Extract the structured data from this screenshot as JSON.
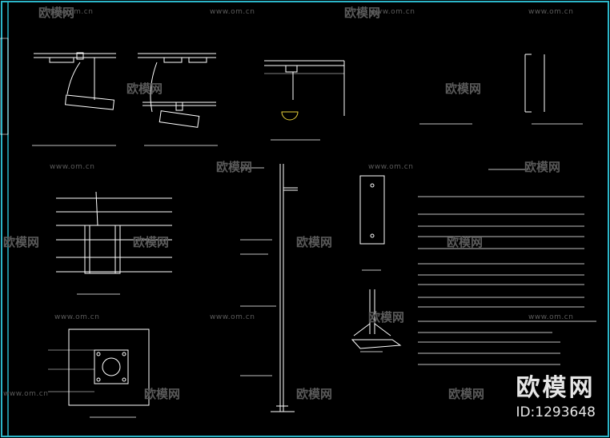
{
  "watermark": {
    "url": "www.om.cn",
    "logo": "欧模网"
  },
  "brand": {
    "name": "欧模网",
    "id_label": "ID:1293648"
  },
  "colors": {
    "background": "#000000",
    "lines": "#ffffff",
    "frame": "#2bb5c8",
    "yellow_accent": "#e8d23a",
    "watermark": "#5a5a5a"
  }
}
